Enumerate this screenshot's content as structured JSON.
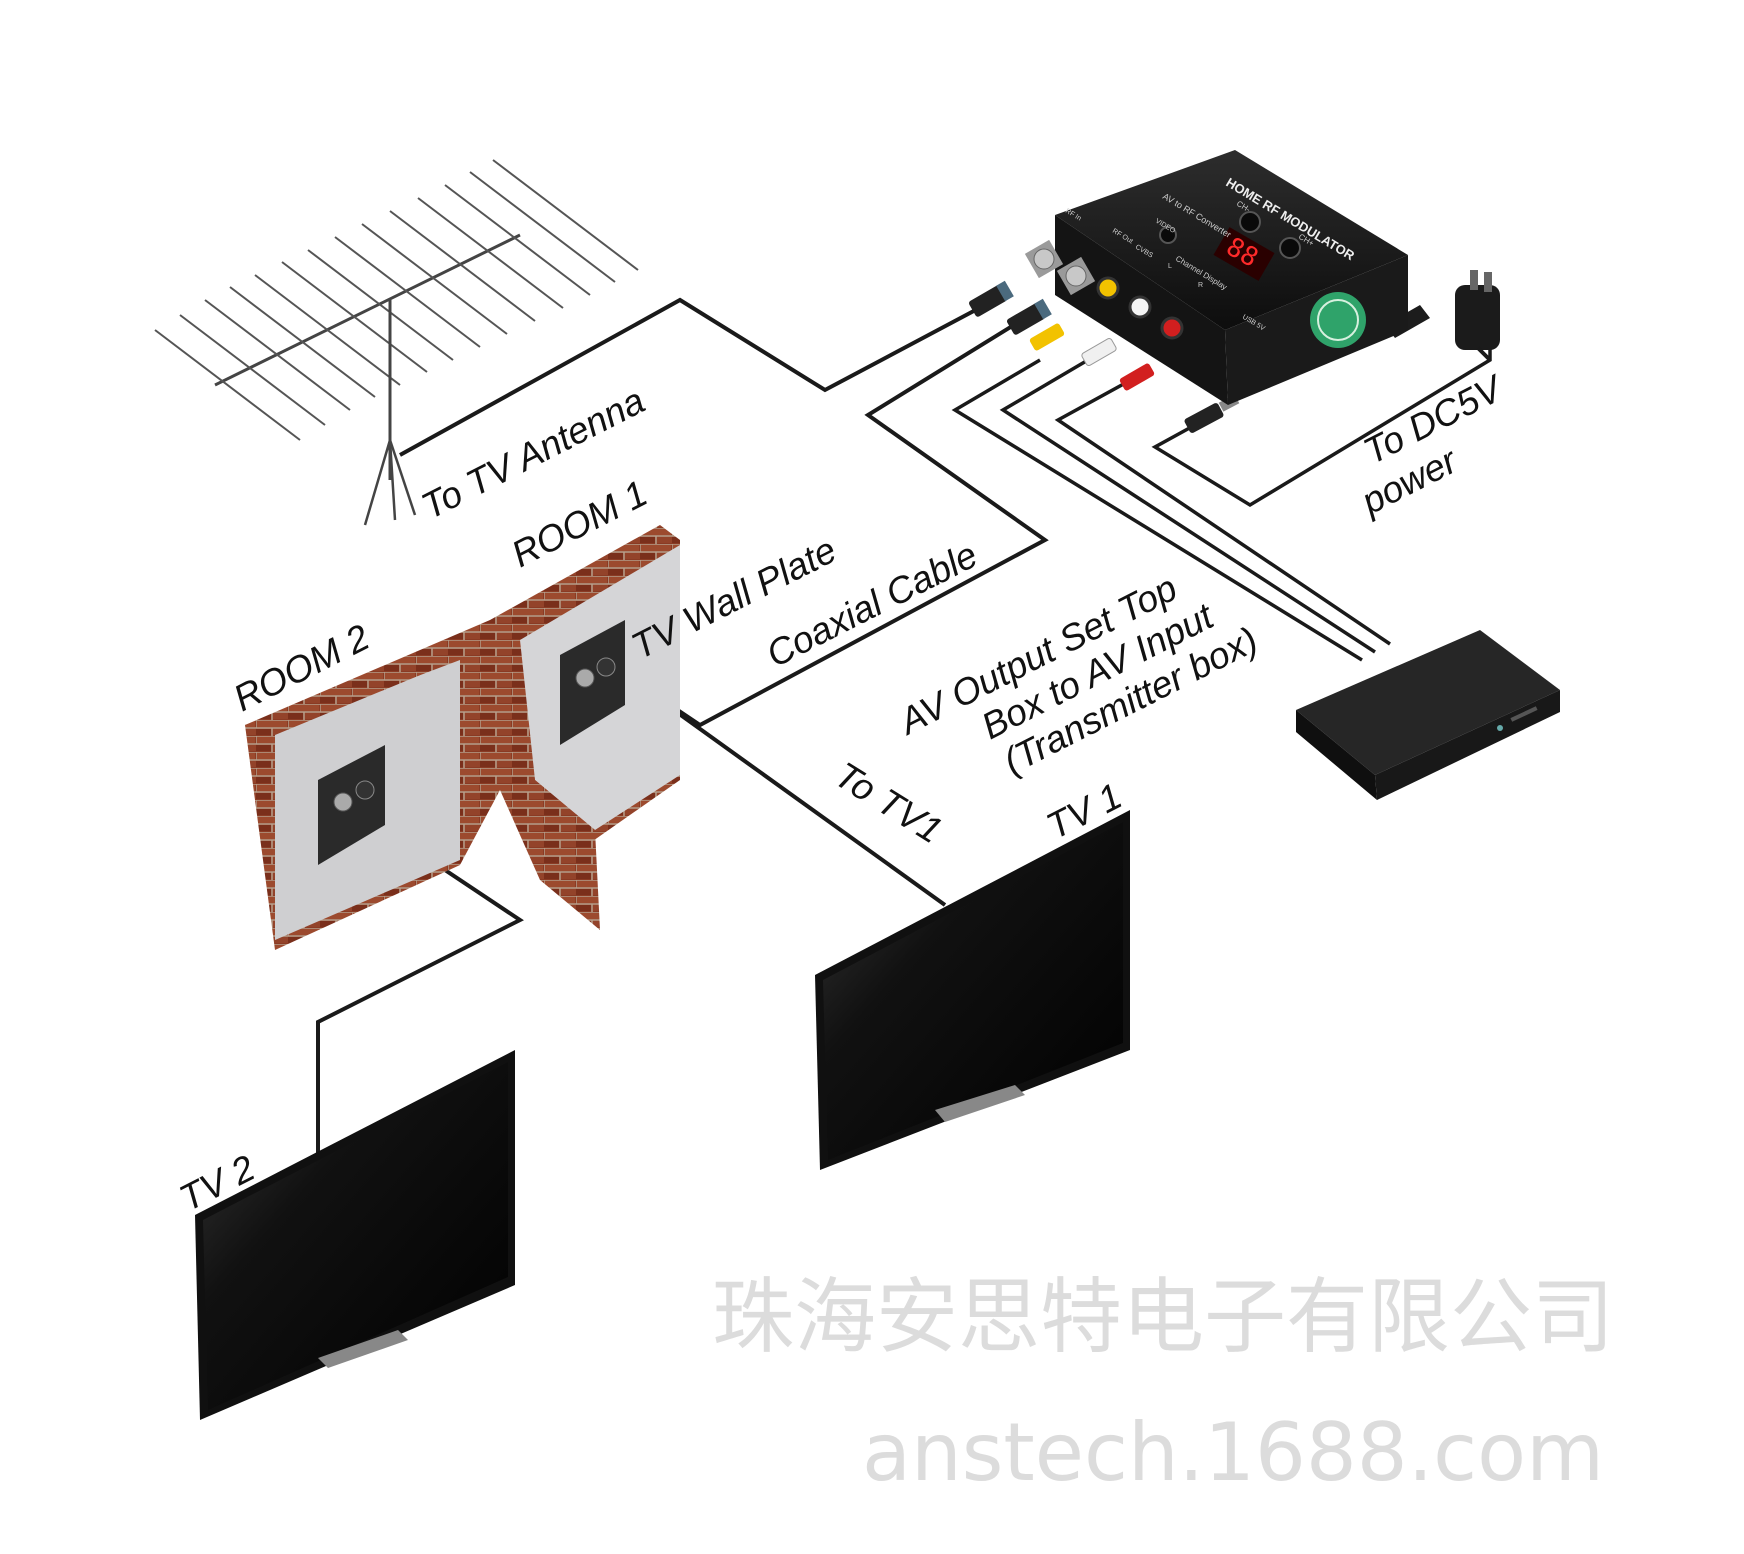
{
  "labels": {
    "to_tv_antenna": "To TV Antenna",
    "room1": "ROOM 1",
    "room2": "ROOM 2",
    "tv_wall_plate": "TV Wall Plate",
    "coaxial_cable": "Coaxial Cable",
    "av_output_line1": "AV Output Set Top",
    "av_output_line2": "Box to AV Input",
    "av_output_line3": "(Transmitter box)",
    "to_tv1": "To TV1",
    "tv1": "TV 1",
    "tv2": "TV 2",
    "to_dc5v_line1": "To DC5V",
    "to_dc5v_line2": "power"
  },
  "modulator": {
    "title": "HOME RF MODULATOR",
    "subtitle": "AV to RF Converter",
    "display": "88",
    "display_label": "Channel Display",
    "ch_minus": "CH-",
    "ch_plus": "CH+",
    "video": "VIDEO",
    "cvbs": "CVBS",
    "rf_in": "RF In",
    "rf_out": "RF Out",
    "l": "L",
    "r": "R",
    "usb": "USB 5V"
  },
  "watermark": {
    "company": "珠海安思特电子有限公司",
    "url": "anstech.1688.com"
  },
  "colors": {
    "cable": "#1a1a1a",
    "brick": "#8b3a22",
    "wall_face": "#cfcfd1",
    "rca_yellow": "#f2c200",
    "rca_white": "#f4f4f4",
    "rca_red": "#d21f1f",
    "led": "#ff2a2a",
    "sticker": "#2fa36a"
  }
}
